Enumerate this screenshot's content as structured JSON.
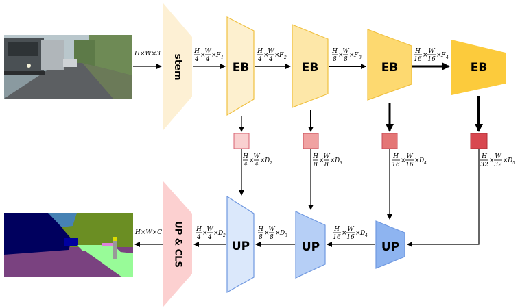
{
  "diagram": {
    "stem_label": "stem",
    "encoder_label": "EB",
    "decoder_label": "UP",
    "head_label": "UP & CLS",
    "input_dim": "H×W×3",
    "output_dim": "H×W×C",
    "encoder_dims": [
      {
        "den": "4",
        "ch": "F",
        "sub": "1"
      },
      {
        "den": "4",
        "ch": "F",
        "sub": "2"
      },
      {
        "den": "8",
        "ch": "F",
        "sub": "3"
      },
      {
        "den": "16",
        "ch": "F",
        "sub": "4"
      }
    ],
    "proj_dims": [
      {
        "den": "4",
        "ch": "D",
        "sub": "2"
      },
      {
        "den": "8",
        "ch": "D",
        "sub": "3"
      },
      {
        "den": "16",
        "ch": "D",
        "sub": "4"
      },
      {
        "den": "32",
        "ch": "D",
        "sub": "5"
      }
    ],
    "decoder_dims": [
      {
        "den": "4",
        "ch": "D",
        "sub": "2"
      },
      {
        "den": "8",
        "ch": "D",
        "sub": "3"
      },
      {
        "den": "16",
        "ch": "D",
        "sub": "4"
      }
    ],
    "colors": {
      "stem": "#fdf0d4",
      "eb": [
        "#fdf0cf",
        "#fde7a8",
        "#fdd970",
        "#fccb3c"
      ],
      "eb_stroke": "#f0c040",
      "proj": [
        "#f9d0d0",
        "#f0a2a2",
        "#e47676",
        "#d84850"
      ],
      "up": [
        "#dbe8fb",
        "#b6cff6",
        "#8eb4f0"
      ],
      "up_stroke": "#6f98e0",
      "head": "#fcd0d0"
    }
  }
}
